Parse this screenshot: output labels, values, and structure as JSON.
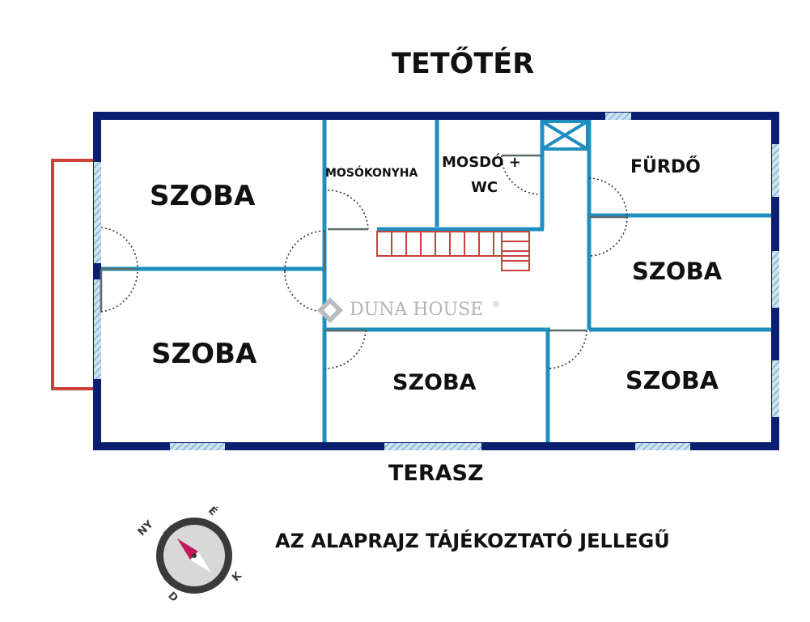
{
  "title": "TETŐTÉR",
  "bottom_label": "TERASZ",
  "disclaimer": "AZ ALAPRAJZ TÁJÉKOZTATÓ JELLEGŰ",
  "watermark": "DUNA HOUSE",
  "watermark_mark": "®",
  "rooms": {
    "top_left": "SZOBA",
    "bottom_left": "SZOBA",
    "utility": "MOSÓKONYHA",
    "washroom_line1": "MOSDÓ +",
    "washroom_line2": "WC",
    "bathroom": "FÜRDŐ",
    "right_middle": "SZOBA",
    "bottom_center": "SZOBA",
    "bottom_right": "SZOBA"
  },
  "compass": {
    "ny": "NY",
    "e": "É",
    "k": "K",
    "d": "D"
  },
  "colors": {
    "outer_wall": "#0b1f70",
    "inner_wall": "#1f8fc0",
    "window": "#7fb3d9",
    "balcony": "#c9413a",
    "stairs": "#c9413a"
  }
}
